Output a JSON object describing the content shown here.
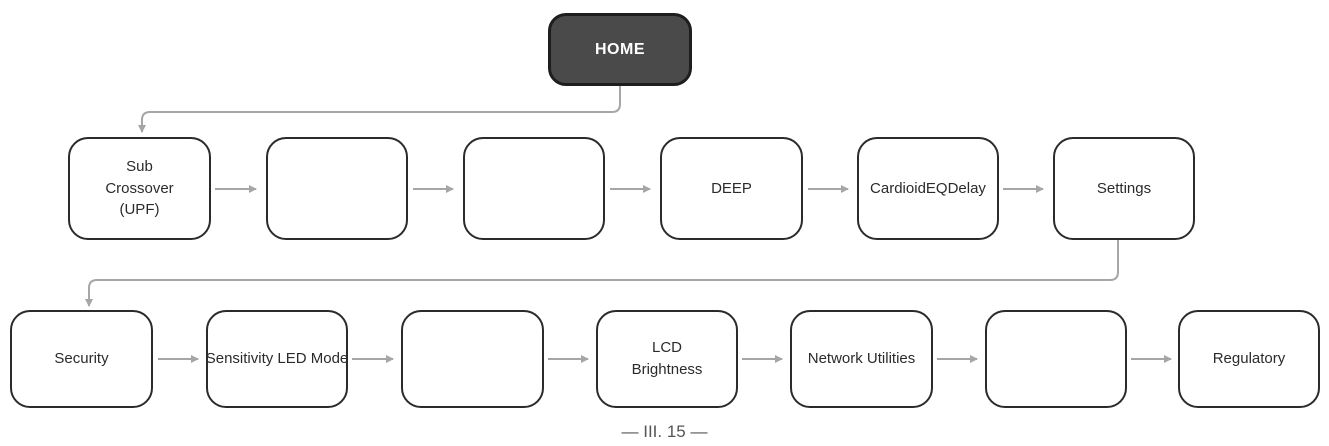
{
  "home": {
    "label": "HOME"
  },
  "row1": [
    {
      "label": "Sub\nCrossover\n(UPF)"
    },
    {
      "label": ""
    },
    {
      "label": ""
    },
    {
      "label": "DEEP"
    },
    {
      "label": "CardioidEQDelay"
    },
    {
      "label": "Settings"
    }
  ],
  "row2": [
    {
      "label": "Security"
    },
    {
      "label": "Sensitivity LED Mode"
    },
    {
      "label": ""
    },
    {
      "label": "LCD\nBrightness"
    },
    {
      "label": "Network Utilities"
    },
    {
      "label": ""
    },
    {
      "label": "Regulatory"
    }
  ],
  "caption": "— III. 15 —",
  "colors": {
    "arrow": "#a6a6a6",
    "border": "#2b2b2b",
    "home_fill": "#4a4a4a"
  }
}
